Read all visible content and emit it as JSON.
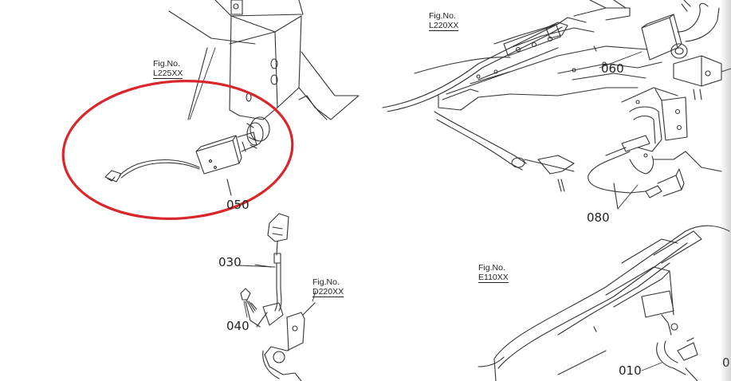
{
  "figure_refs": [
    {
      "prefix": "Fig.No.",
      "code": "L225XX"
    },
    {
      "prefix": "Fig.No.",
      "code": "L220XX"
    },
    {
      "prefix": "Fig.No.",
      "code": "D220XX"
    },
    {
      "prefix": "Fig.No.",
      "code": "E110XX"
    }
  ],
  "callouts": {
    "c050": "050",
    "c060": "060",
    "c080": "080",
    "c030": "030",
    "c040": "040",
    "c010": "010",
    "c0_partial": "0"
  },
  "highlight": {
    "shape": "ellipse",
    "color": "#d9262b",
    "target_part": "050"
  }
}
